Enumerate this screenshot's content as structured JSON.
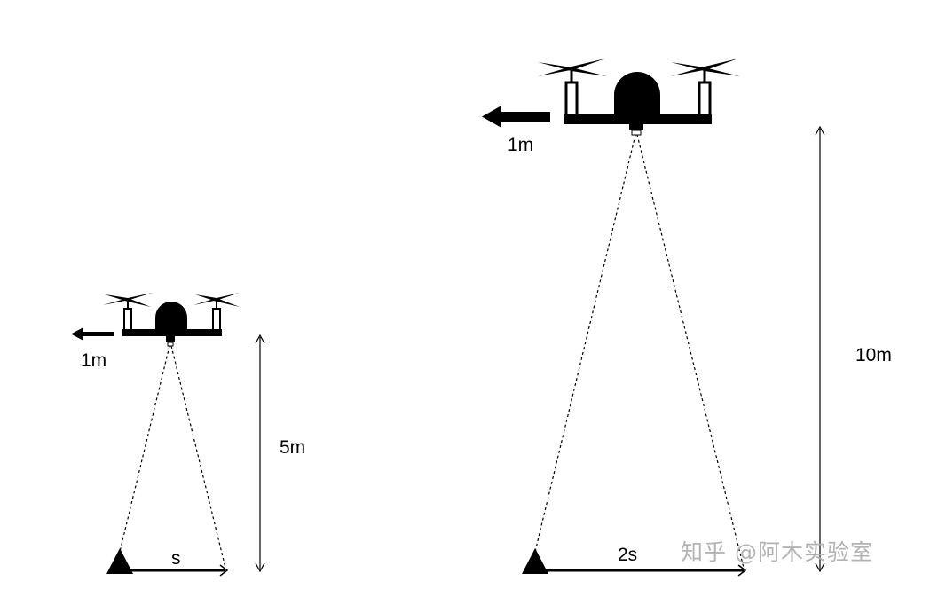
{
  "colors": {
    "ink": "#000000",
    "watermark": "#b3b3b3",
    "background": "#ffffff"
  },
  "left_scene": {
    "speed_label": "1m",
    "height_label": "5m",
    "ground_label": "s",
    "height_value_m": 5,
    "speed_value_m": 1
  },
  "right_scene": {
    "speed_label": "1m",
    "height_label": "10m",
    "ground_label": "2s",
    "height_value_m": 10,
    "speed_value_m": 1
  },
  "watermark": {
    "text": "知乎 @阿木实验室"
  },
  "icons": {
    "drone": "quadcopter-drone-icon",
    "arrow": "left-arrow-icon",
    "target": "triangle-marker-icon"
  }
}
